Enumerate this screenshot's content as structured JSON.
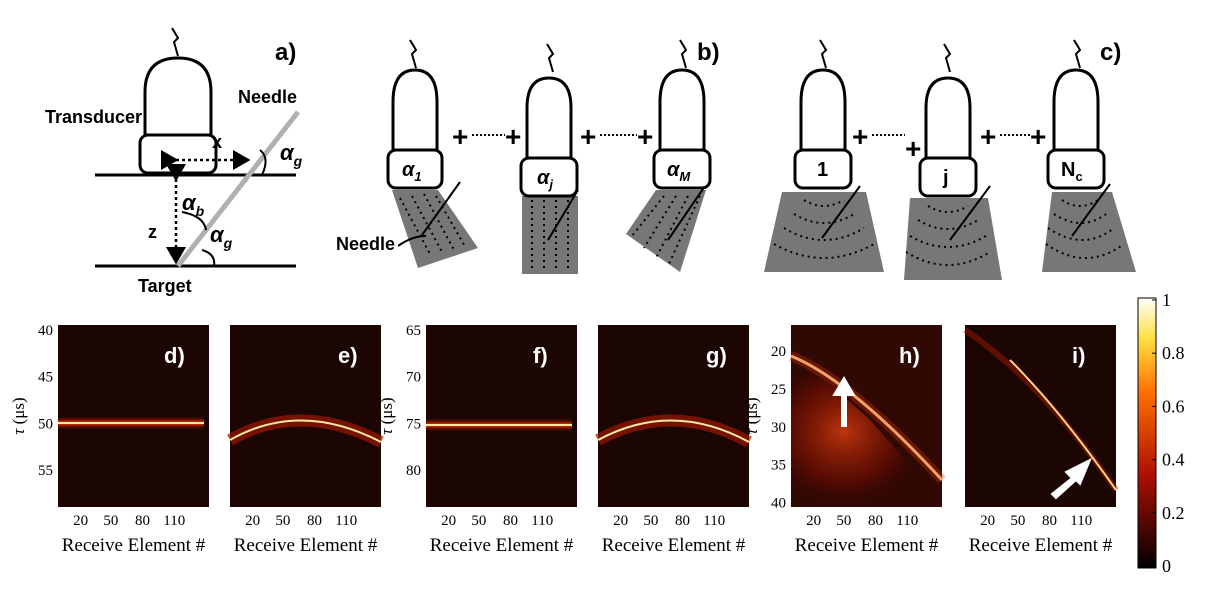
{
  "panel_a": {
    "letter": "a)",
    "transducer": "Transducer",
    "needle": "Needle",
    "x": "x",
    "z": "z",
    "alpha_g_top": "α",
    "alpha_g_top_sub": "g",
    "alpha_b": "α",
    "alpha_b_sub": "b",
    "alpha_g_bot": "α",
    "alpha_g_bot_sub": "g",
    "target": "Target"
  },
  "panel_b": {
    "letter": "b)",
    "probe1_base": "α",
    "probe1_sub": "1",
    "probe2_base": "α",
    "probe2_sub": "j",
    "probe3_base": "α",
    "probe3_sub": "M",
    "needle": "Needle"
  },
  "panel_c": {
    "letter": "c)",
    "probe1": "1",
    "probe2": "j",
    "probe3_base": "N",
    "probe3_sub": "c"
  },
  "plus": "+",
  "images": {
    "d": {
      "letter": "d)"
    },
    "e": {
      "letter": "e)"
    },
    "f": {
      "letter": "f)"
    },
    "g": {
      "letter": "g)"
    },
    "h": {
      "letter": "h)"
    },
    "i": {
      "letter": "i)"
    }
  },
  "axes": {
    "xlabel": "Receive Element #",
    "ylabel_tau": "τ",
    "ylabel_unit": "(μs)",
    "xticks": [
      "20",
      "50",
      "80",
      "110"
    ],
    "yticks_d": [
      "40",
      "45",
      "50",
      "55"
    ],
    "yticks_f": [
      "65",
      "70",
      "75",
      "80"
    ],
    "yticks_h": [
      "20",
      "25",
      "30",
      "35",
      "40"
    ]
  },
  "colorbar": {
    "ticks": [
      "1",
      "0.8",
      "0.6",
      "0.4",
      "0.2",
      "0"
    ]
  }
}
